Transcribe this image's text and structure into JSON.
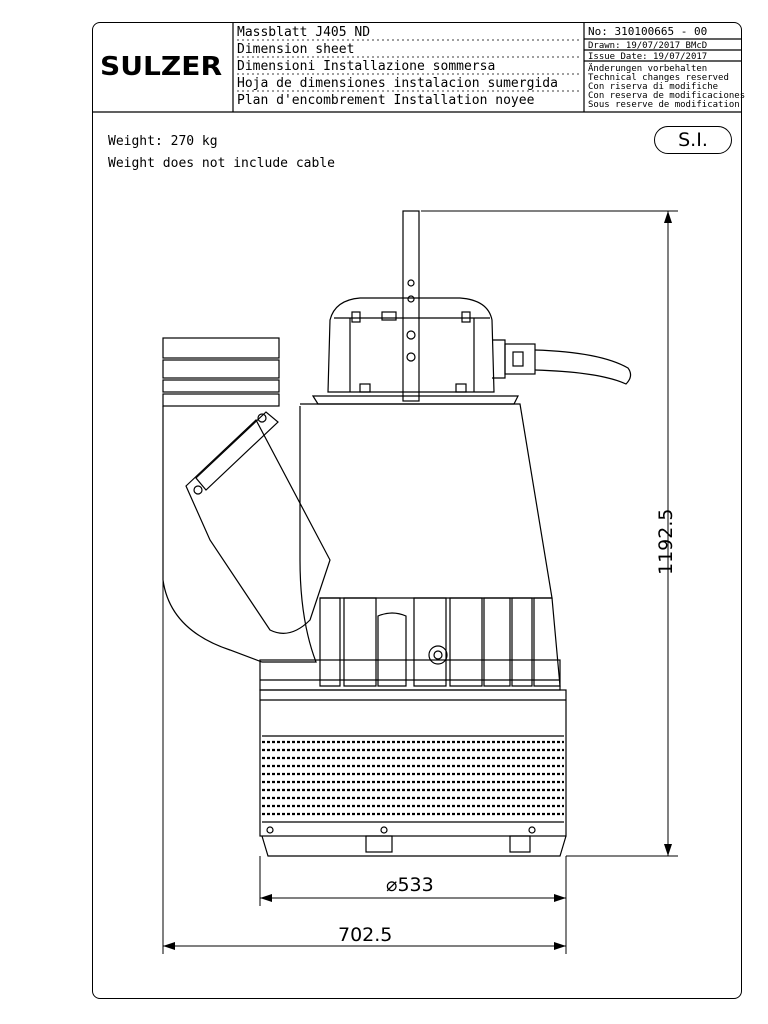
{
  "title_block": {
    "logo": "SULZER",
    "lines": [
      "Massblatt J405 ND",
      "Dimension sheet",
      "Dimensioni Installazione sommersa",
      "Hoja de dimensiones instalacion sumergida",
      "Plan d'encombrement Installation noyee"
    ],
    "number": "No: 310100665 - 00",
    "drawn": "Drawn: 19/07/2017 BMcD",
    "issue_date": "Issue Date: 19/07/2017",
    "changes": [
      "Änderungen vorbehalten",
      "Technical changes reserved",
      "Con riserva di modifiche",
      "Con reserva de modificaciones",
      "Sous reserve de modification"
    ]
  },
  "notes": {
    "weight": "Weight: 270 kg",
    "cable": "Weight does not include cable"
  },
  "units_badge": "S.I.",
  "dimensions": {
    "height": "1192.5",
    "diameter": "⌀533",
    "width": "702.5"
  }
}
